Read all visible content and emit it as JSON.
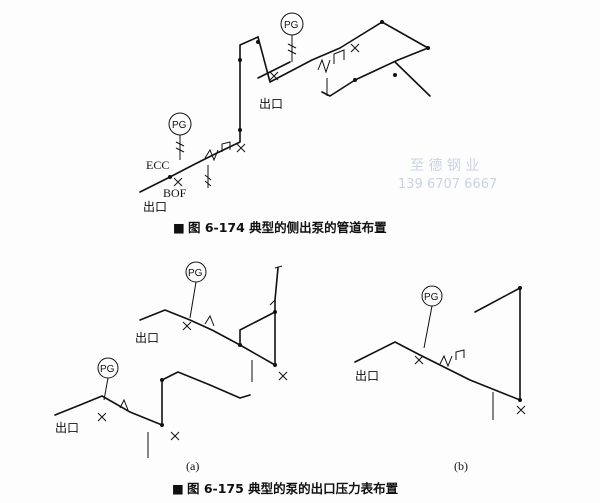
{
  "watermark": {
    "company": "至 德 钢 业",
    "phone": "139 6707 6667",
    "color": "#c9d3e6"
  },
  "figure_174": {
    "caption_marker": "■",
    "caption": "图 6-174   典型的侧出泵的管道布置",
    "labels": {
      "pg_1": "PG",
      "pg_2": "PG",
      "ecc": "ECC",
      "bof": "BOF",
      "outlet_1": "出口",
      "outlet_2": "出口"
    }
  },
  "figure_175": {
    "caption_marker": "■",
    "caption": "图 6-175   典型的泵的出口压力表布置",
    "sub_a": "(a)",
    "sub_b": "(b)",
    "labels": {
      "pg_a1": "PG",
      "pg_a2": "PG",
      "pg_b": "PG",
      "outlet_a1": "出口",
      "outlet_a2": "出口",
      "outlet_b": "出口"
    }
  }
}
